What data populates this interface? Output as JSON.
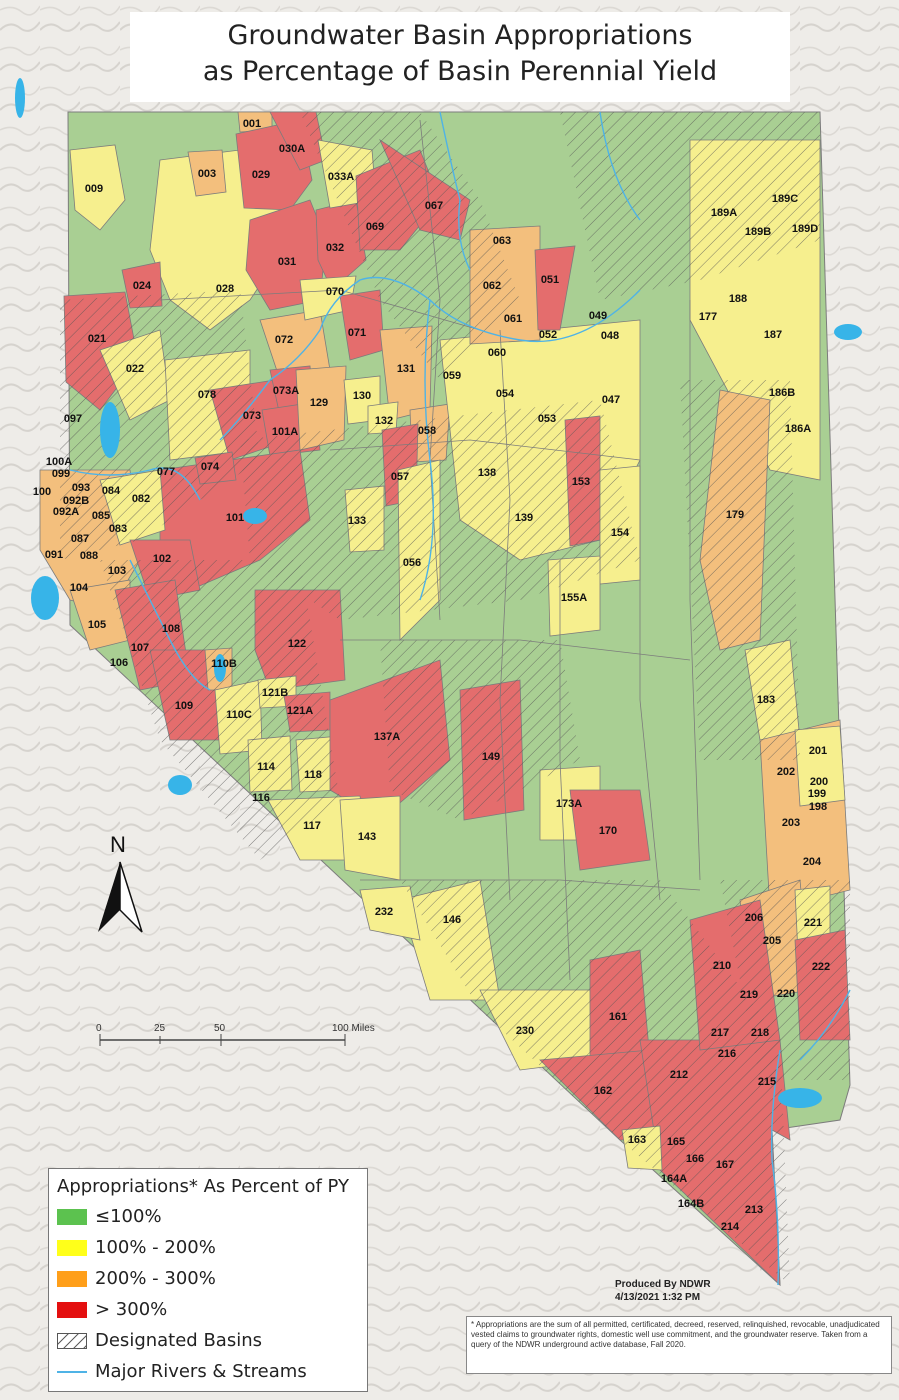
{
  "title": {
    "line1": "Groundwater Basin Appropriations",
    "line2": "as Percentage of Basin Perennial Yield"
  },
  "colors": {
    "green": "#a9cf93",
    "yellow": "#f6ef8e",
    "orange": "#f3bf7d",
    "red": "#e46d6d",
    "water": "#37b4e8",
    "river": "#4fb3e6",
    "outline": "#7c7c7c"
  },
  "legend": {
    "heading": "Appropriations* As Percent of PY",
    "items": [
      {
        "label": "≤100%",
        "color": "#5cc24f",
        "kind": "fill"
      },
      {
        "label": "100% - 200%",
        "color": "#ffff1a",
        "kind": "fill"
      },
      {
        "label": "200% - 300%",
        "color": "#ff9f1a",
        "kind": "fill"
      },
      {
        "label": "> 300%",
        "color": "#e40f0f",
        "kind": "fill"
      },
      {
        "label": "Designated Basins",
        "color": "#555555",
        "kind": "hatch"
      },
      {
        "label": "Major Rivers & Streams",
        "color": "#4fb3e6",
        "kind": "line"
      }
    ]
  },
  "produced": {
    "line1": "Produced By NDWR",
    "line2": "4/13/2021 1:32 PM"
  },
  "footnote": "* Appropriations are the sum of all permitted, certificated, decreed, reserved, relinquished, revocable, unadjudicated vested claims to groundwater rights, domestic well use commitment, and the groundwater reserve. Taken from a query of the NDWR underground active database, Fall 2020.",
  "scalebar": {
    "ticks": [
      "0",
      "25",
      "50",
      "100 Miles"
    ]
  },
  "north": "N",
  "basins": [
    {
      "id": "001",
      "cls": "orange"
    },
    {
      "id": "003",
      "cls": "orange"
    },
    {
      "id": "009",
      "cls": "yellow"
    },
    {
      "id": "021",
      "cls": "red"
    },
    {
      "id": "022",
      "cls": "yellow"
    },
    {
      "id": "024",
      "cls": "red"
    },
    {
      "id": "028",
      "cls": "yellow"
    },
    {
      "id": "029",
      "cls": "red"
    },
    {
      "id": "030A",
      "cls": "red"
    },
    {
      "id": "031",
      "cls": "red"
    },
    {
      "id": "032",
      "cls": "red"
    },
    {
      "id": "033A",
      "cls": "yellow"
    },
    {
      "id": "047",
      "cls": "yellow"
    },
    {
      "id": "048",
      "cls": "yellow"
    },
    {
      "id": "049",
      "cls": "yellow"
    },
    {
      "id": "051",
      "cls": "red"
    },
    {
      "id": "052",
      "cls": "yellow"
    },
    {
      "id": "053",
      "cls": "yellow"
    },
    {
      "id": "054",
      "cls": "yellow"
    },
    {
      "id": "056",
      "cls": "yellow"
    },
    {
      "id": "057",
      "cls": "red"
    },
    {
      "id": "058",
      "cls": "orange"
    },
    {
      "id": "059",
      "cls": "yellow"
    },
    {
      "id": "060",
      "cls": "yellow"
    },
    {
      "id": "061",
      "cls": "orange"
    },
    {
      "id": "062",
      "cls": "orange"
    },
    {
      "id": "063",
      "cls": "orange"
    },
    {
      "id": "067",
      "cls": "red"
    },
    {
      "id": "069",
      "cls": "red"
    },
    {
      "id": "070",
      "cls": "yellow"
    },
    {
      "id": "071",
      "cls": "red"
    },
    {
      "id": "072",
      "cls": "orange"
    },
    {
      "id": "073",
      "cls": "red"
    },
    {
      "id": "073A",
      "cls": "red"
    },
    {
      "id": "074",
      "cls": "red"
    },
    {
      "id": "077",
      "cls": "yellow"
    },
    {
      "id": "078",
      "cls": "yellow"
    },
    {
      "id": "082",
      "cls": "yellow"
    },
    {
      "id": "083",
      "cls": "yellow"
    },
    {
      "id": "084",
      "cls": "orange"
    },
    {
      "id": "085",
      "cls": "yellow"
    },
    {
      "id": "087",
      "cls": "yellow"
    },
    {
      "id": "088",
      "cls": "orange"
    },
    {
      "id": "091",
      "cls": "orange"
    },
    {
      "id": "092A",
      "cls": "orange"
    },
    {
      "id": "092B",
      "cls": "orange"
    },
    {
      "id": "093",
      "cls": "orange"
    },
    {
      "id": "097",
      "cls": "yellow"
    },
    {
      "id": "099",
      "cls": "orange"
    },
    {
      "id": "100",
      "cls": "orange"
    },
    {
      "id": "100A",
      "cls": "orange"
    },
    {
      "id": "101",
      "cls": "red"
    },
    {
      "id": "101A",
      "cls": "red"
    },
    {
      "id": "102",
      "cls": "red"
    },
    {
      "id": "103",
      "cls": "orange"
    },
    {
      "id": "104",
      "cls": "orange"
    },
    {
      "id": "105",
      "cls": "orange"
    },
    {
      "id": "106",
      "cls": "orange"
    },
    {
      "id": "107",
      "cls": "red"
    },
    {
      "id": "108",
      "cls": "red"
    },
    {
      "id": "109",
      "cls": "red"
    },
    {
      "id": "110B",
      "cls": "orange"
    },
    {
      "id": "110C",
      "cls": "yellow"
    },
    {
      "id": "114",
      "cls": "yellow"
    },
    {
      "id": "116",
      "cls": "yellow"
    },
    {
      "id": "117",
      "cls": "yellow"
    },
    {
      "id": "118",
      "cls": "yellow"
    },
    {
      "id": "121A",
      "cls": "red"
    },
    {
      "id": "121B",
      "cls": "yellow"
    },
    {
      "id": "122",
      "cls": "red"
    },
    {
      "id": "129",
      "cls": "orange"
    },
    {
      "id": "130",
      "cls": "yellow"
    },
    {
      "id": "131",
      "cls": "orange"
    },
    {
      "id": "132",
      "cls": "yellow"
    },
    {
      "id": "133",
      "cls": "yellow"
    },
    {
      "id": "137A",
      "cls": "red"
    },
    {
      "id": "138",
      "cls": "yellow"
    },
    {
      "id": "139",
      "cls": "yellow"
    },
    {
      "id": "143",
      "cls": "yellow"
    },
    {
      "id": "146",
      "cls": "yellow"
    },
    {
      "id": "149",
      "cls": "red"
    },
    {
      "id": "153",
      "cls": "red"
    },
    {
      "id": "154",
      "cls": "yellow"
    },
    {
      "id": "155A",
      "cls": "yellow"
    },
    {
      "id": "161",
      "cls": "red"
    },
    {
      "id": "162",
      "cls": "red"
    },
    {
      "id": "163",
      "cls": "yellow"
    },
    {
      "id": "164A",
      "cls": "red"
    },
    {
      "id": "164B",
      "cls": "red"
    },
    {
      "id": "165",
      "cls": "red"
    },
    {
      "id": "166",
      "cls": "red"
    },
    {
      "id": "167",
      "cls": "red"
    },
    {
      "id": "170",
      "cls": "red"
    },
    {
      "id": "173A",
      "cls": "yellow"
    },
    {
      "id": "177",
      "cls": "yellow"
    },
    {
      "id": "179",
      "cls": "orange"
    },
    {
      "id": "183",
      "cls": "yellow"
    },
    {
      "id": "186A",
      "cls": "yellow"
    },
    {
      "id": "186B",
      "cls": "yellow"
    },
    {
      "id": "187",
      "cls": "yellow"
    },
    {
      "id": "188",
      "cls": "yellow"
    },
    {
      "id": "189A",
      "cls": "yellow"
    },
    {
      "id": "189B",
      "cls": "yellow"
    },
    {
      "id": "189C",
      "cls": "yellow"
    },
    {
      "id": "189D",
      "cls": "yellow"
    },
    {
      "id": "198",
      "cls": "yellow"
    },
    {
      "id": "199",
      "cls": "yellow"
    },
    {
      "id": "200",
      "cls": "yellow"
    },
    {
      "id": "201",
      "cls": "yellow"
    },
    {
      "id": "202",
      "cls": "orange"
    },
    {
      "id": "203",
      "cls": "orange"
    },
    {
      "id": "204",
      "cls": "orange"
    },
    {
      "id": "205",
      "cls": "orange"
    },
    {
      "id": "206",
      "cls": "red"
    },
    {
      "id": "210",
      "cls": "red"
    },
    {
      "id": "212",
      "cls": "red"
    },
    {
      "id": "213",
      "cls": "red"
    },
    {
      "id": "214",
      "cls": "red"
    },
    {
      "id": "215",
      "cls": "red"
    },
    {
      "id": "216",
      "cls": "red"
    },
    {
      "id": "217",
      "cls": "red"
    },
    {
      "id": "218",
      "cls": "red"
    },
    {
      "id": "219",
      "cls": "red"
    },
    {
      "id": "220",
      "cls": "red"
    },
    {
      "id": "221",
      "cls": "yellow"
    },
    {
      "id": "222",
      "cls": "red"
    },
    {
      "id": "230",
      "cls": "yellow"
    },
    {
      "id": "232",
      "cls": "yellow"
    }
  ]
}
